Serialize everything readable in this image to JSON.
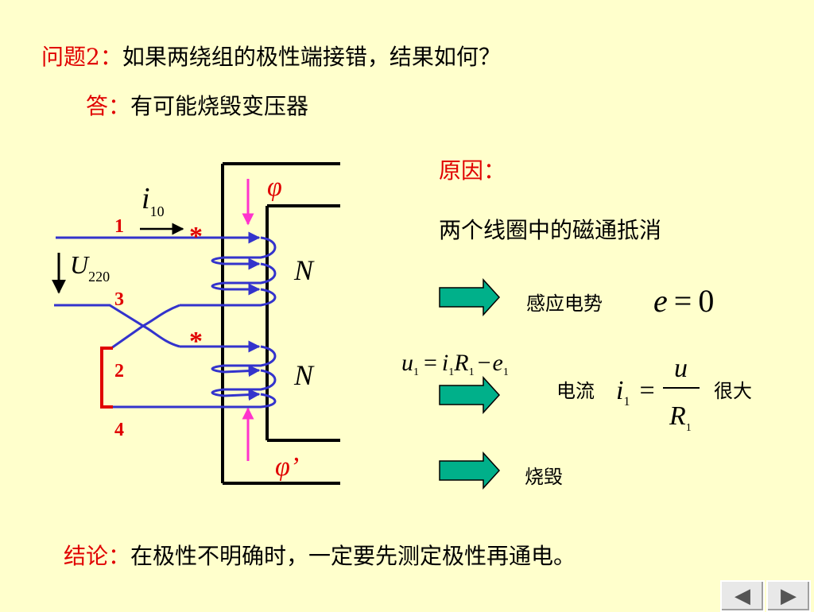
{
  "question": {
    "label": "问题2：",
    "text": "如果两绕组的极性端接错，结果如何？"
  },
  "answer": {
    "label": "答：",
    "text": "有可能烧毁变压器"
  },
  "reason": {
    "label": "原因：",
    "text": "两个线圈中的磁通抵消"
  },
  "results": {
    "emf_label": "感应电势",
    "current_label": "电流",
    "current_suffix": "很大",
    "burn_label": "烧毁"
  },
  "diagram": {
    "terminal_1": "1",
    "terminal_3": "3",
    "terminal_2": "2",
    "terminal_4": "4",
    "star_top": "*",
    "star_bottom": "*",
    "coil_n_top": "N",
    "coil_n_bottom": "N",
    "current_var": "i",
    "current_sub": "10",
    "voltage_var": "U",
    "voltage_sub": "220",
    "flux_top": "φ",
    "flux_bottom": "φ’"
  },
  "equations": {
    "u": "u",
    "u_sub": "1",
    "i": "i",
    "i_sub": "1",
    "R": "R",
    "R_sub": "1",
    "e": "e",
    "e_sub": "1",
    "emf_zero_lhs": "e",
    "emf_zero_rhs": "0",
    "frac_num": "u"
  },
  "conclusion": {
    "label": "结论：",
    "text": "在极性不明确时，一定要先测定极性再通电。"
  },
  "nav": {
    "prev": "◀",
    "next": "▶"
  },
  "colors": {
    "accent_red": "#E00000",
    "wire_blue": "#3333CC",
    "arrow_teal": "#00B08A",
    "flux_magenta": "#FF33CC",
    "background": "#FFFFCC"
  }
}
